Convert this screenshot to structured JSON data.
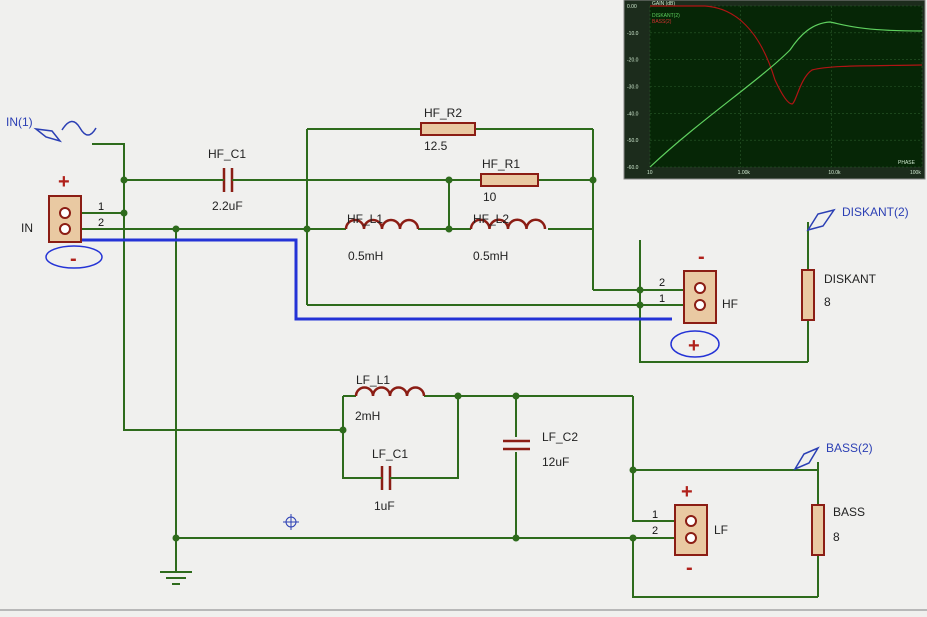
{
  "colors": {
    "background": "#f0f0ee",
    "wire": "#2e6b1c",
    "component": "#8b1d14",
    "component_fill": "#e9c9a2",
    "highlight": "#2433d6",
    "probe": "#2b3fb4",
    "scope_bg": "#062606",
    "scope_trace_gain": "#5fd05f",
    "scope_trace_phase": "#b01414"
  },
  "probes": {
    "in": "IN(1)",
    "diskant": "DISKANT(2)",
    "bass": "BASS(2)"
  },
  "connectors": {
    "in": {
      "name": "IN",
      "pin1": "1",
      "pin2": "2",
      "plus": "+",
      "minus": "-"
    },
    "hf": {
      "name": "HF",
      "pin1": "1",
      "pin2": "2",
      "plus": "+",
      "minus": "-"
    },
    "lf": {
      "name": "LF",
      "pin1": "1",
      "pin2": "2",
      "plus": "+",
      "minus": "-"
    }
  },
  "components": {
    "hf_r2": {
      "name": "HF_R2",
      "value": "12.5"
    },
    "hf_c1": {
      "name": "HF_C1",
      "value": "2.2uF"
    },
    "hf_r1": {
      "name": "HF_R1",
      "value": "10"
    },
    "hf_l1": {
      "name": "HF_L1",
      "value": "0.5mH"
    },
    "hf_l2": {
      "name": "HF_L2",
      "value": "0.5mH"
    },
    "lf_l1": {
      "name": "LF_L1",
      "value": "2mH"
    },
    "lf_c1": {
      "name": "LF_C1",
      "value": "1uF"
    },
    "lf_c2": {
      "name": "LF_C2",
      "value": "12uF"
    },
    "diskant": {
      "name": "DISKANT",
      "value": "8"
    },
    "bass": {
      "name": "BASS",
      "value": "8"
    }
  },
  "graph": {
    "header": "GAIN (dB)",
    "legend": [
      "DISKANT(2)",
      "BASS(2)"
    ],
    "y_ticks": [
      "0.00",
      "-10.0",
      "-20.0",
      "-30.0",
      "-40.0",
      "-50.0",
      "-60.0"
    ],
    "x_ticks": [
      "10",
      "1.00k",
      "10.0k",
      "100k"
    ],
    "corner_label": "PHASE"
  }
}
